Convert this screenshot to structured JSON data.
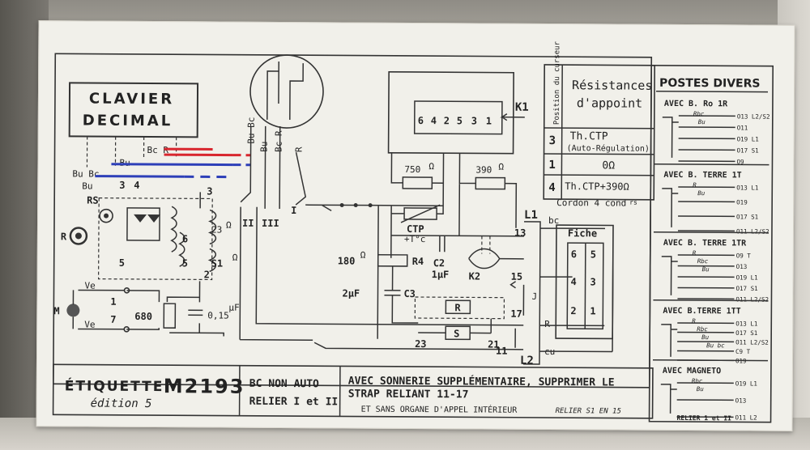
{
  "clavier": {
    "line1": "CLAVIER",
    "line2": "DECIMAL"
  },
  "wires": {
    "bc_r": "Bc R",
    "bu": "Bu",
    "bu_bc": "Bu Bc",
    "bu2": "Bu",
    "rs": "RS",
    "r": "R",
    "ve1": "Ve",
    "ve2": "Ve",
    "m": "M"
  },
  "terminals": {
    "t3": "3",
    "t4": "4",
    "t3b": "3",
    "t5": "5",
    "t1": "1",
    "t7": "7",
    "t6": "6",
    "t5b": "5",
    "t2": "2",
    "t13": "13",
    "t15": "15",
    "t17": "17",
    "t11": "11",
    "t23": "23",
    "t21": "21"
  },
  "cadran": {
    "bu_bc": "Bu Bc",
    "bc_r": "Bc R",
    "bu": "Bu",
    "r": "R",
    "ii": "II",
    "iii": "III",
    "i": "I"
  },
  "components": {
    "r23": "23",
    "ohm": "Ω",
    "s1": "S1",
    "r680": "680",
    "c015": "0,15",
    "uf": "µF",
    "r750": "750",
    "r390": "390",
    "ctp": "CTP",
    "ctp_t": "+T°c",
    "r180": "180",
    "r4": "R4",
    "c2": "C2",
    "c2_val": "1µF",
    "k2": "K2",
    "c3_val": "2µF",
    "c3": "C3",
    "r_box": "R",
    "s_box": "S",
    "cu": "cu",
    "r_lbl": "R",
    "j_lbl": "J"
  },
  "k1": {
    "label": "K1",
    "contacts": [
      "6",
      "4",
      "2",
      "5",
      "3",
      "1"
    ]
  },
  "lines": {
    "l1": "L1",
    "l2": "L2",
    "bc": "bc",
    "cordon": "Cordon 4 cond",
    "cordon_sup": "rs"
  },
  "fiche": {
    "title": "Fiche",
    "pins": [
      "6",
      "5",
      "4",
      "3",
      "2",
      "1"
    ]
  },
  "table": {
    "col1_header": "Position du curseur",
    "col2_header_l1": "Résistances",
    "col2_header_l2": "d'appoint",
    "rows": [
      {
        "pos": "3",
        "res": "Th.CTP",
        "sub": "(Auto-Régulation)"
      },
      {
        "pos": "1",
        "res": "0Ω",
        "sub": ""
      },
      {
        "pos": "4",
        "res": "Th.CTP+390Ω",
        "sub": ""
      }
    ]
  },
  "postes": {
    "title": "POSTES DIVERS",
    "blocks": [
      {
        "title": "AVEC B. Ro 1R",
        "terms": [
          "O13 L2/S2",
          "O11",
          "O19 L1",
          "O17 S1",
          "O9"
        ],
        "wires": [
          "Rbc",
          "Bu"
        ]
      },
      {
        "title": "AVEC B. TERRE 1T",
        "terms": [
          "O13 L1",
          "O19",
          "O17 S1",
          "O11 L2/S2"
        ],
        "wires": [
          "R",
          "Bu"
        ]
      },
      {
        "title": "AVEC B. TERRE 1TR",
        "terms": [
          "O9 T",
          "O13",
          "O19 L1",
          "O17 S1",
          "O11 L2/S2"
        ],
        "wires": [
          "R",
          "Rbc",
          "Bu"
        ]
      },
      {
        "title": "AVEC B.TERRE 1TT",
        "terms": [
          "O13 L1",
          "O17 S1",
          "O11 L2/S2",
          "C9 T",
          "O19"
        ],
        "wires": [
          "R",
          "Rbc",
          "Bu",
          "Bu bc"
        ]
      },
      {
        "title": "AVEC MAGNETO",
        "terms": [
          "O19 L1",
          "O13",
          "O11 L2"
        ],
        "wires": [
          "Rbc",
          "Bu"
        ],
        "footer": "RELIER 1 et II"
      }
    ]
  },
  "footer": {
    "etiquette": "ÉTIQUETTE :",
    "code": "M2193",
    "edition": "édition 5",
    "bc_non_auto": "BC NON AUTO",
    "relier": "RELIER I et II",
    "note_line1": "AVEC SONNERIE SUPPLÉMENTAIRE, SUPPRIMER LE",
    "note_line2": "STRAP RELIANT 11-17",
    "note_line3": "ET SANS ORGANE D'APPEL INTÉRIEUR",
    "note_line3b": "RELIER S1 EN 15"
  },
  "colors": {
    "red": "#d8262e",
    "blue": "#2d3fb8",
    "ink": "#2a2a2a",
    "paper": "#f1f0ea"
  }
}
